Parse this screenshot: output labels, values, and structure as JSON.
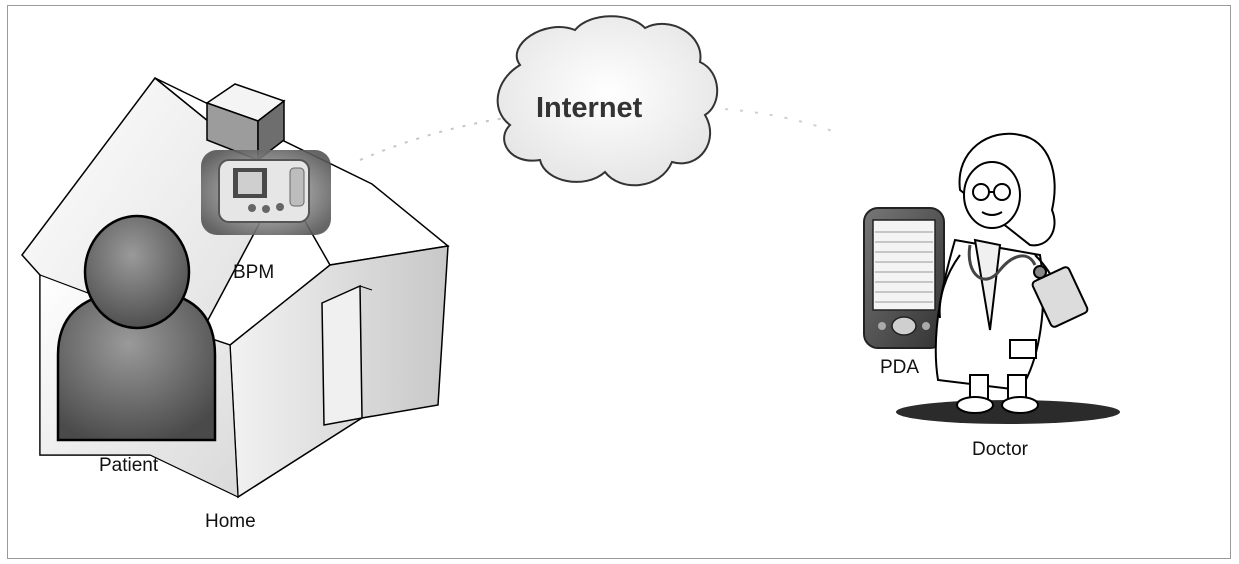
{
  "diagram": {
    "cloud": {
      "label": "Internet"
    },
    "home": {
      "label": "Home"
    },
    "patient": {
      "label": "Patient"
    },
    "bpm": {
      "label": "BPM"
    },
    "pda": {
      "label": "PDA"
    },
    "doctor": {
      "label": "Doctor"
    }
  }
}
